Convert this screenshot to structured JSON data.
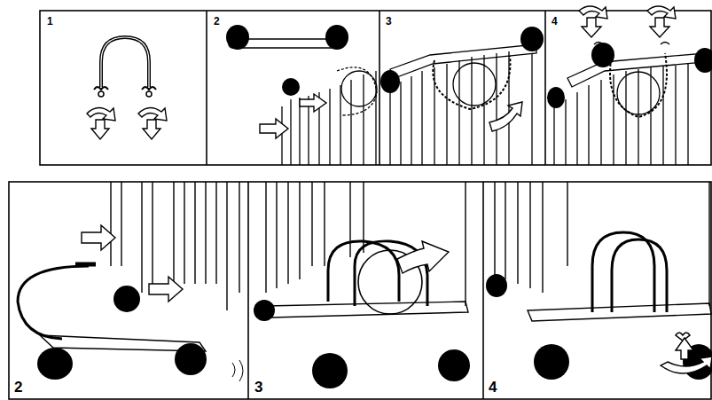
{
  "diagram": {
    "labels": [
      "1",
      "2",
      "3",
      "4",
      "2",
      "3",
      "4"
    ]
  }
}
